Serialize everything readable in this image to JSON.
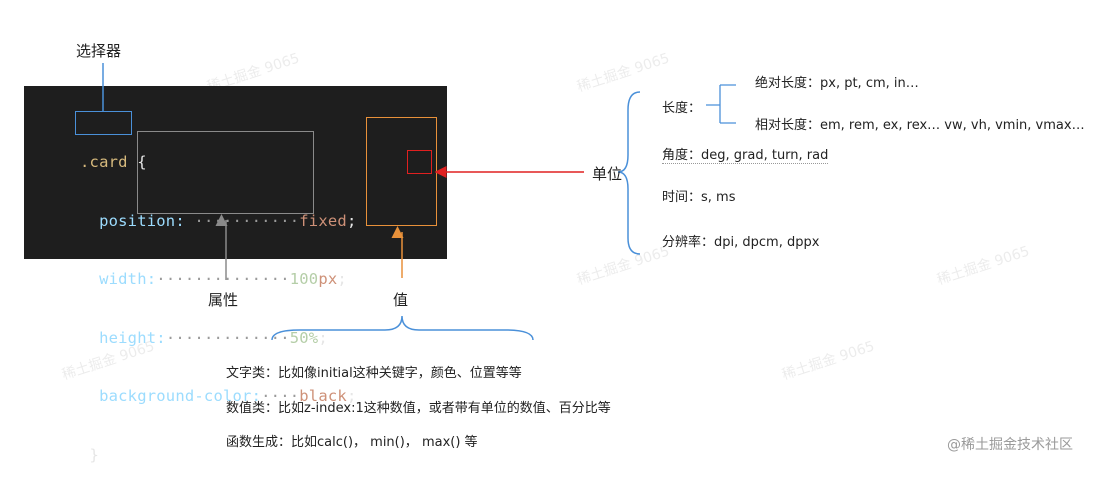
{
  "labels": {
    "selector": "选择器",
    "property": "属性",
    "value": "值",
    "unit": "单位"
  },
  "code": {
    "selector": ".card",
    "open_brace": "{",
    "close_brace": "}",
    "lines": [
      {
        "prop": "position:",
        "dots": " ···········",
        "value": "fixed",
        "semi": ";"
      },
      {
        "prop": "width:",
        "dots": "··············",
        "value": "100",
        "unit": "px",
        "semi": ";"
      },
      {
        "prop": "height:",
        "dots": "·············",
        "value": "50%",
        "semi": ";"
      },
      {
        "prop": "background-color:",
        "dots": "····",
        "value": "black",
        "semi": ";"
      }
    ]
  },
  "units": {
    "length_label": "长度：",
    "absolute_length": "绝对长度：px, pt, cm, in…",
    "relative_length": "相对长度：em, rem, ex, rex…  vw, vh, vmin, vmax…",
    "angle": "角度：deg, grad, turn, rad",
    "time": "时间：s, ms",
    "resolution": "分辨率：dpi, dpcm, dppx"
  },
  "value_types": {
    "text": "文字类：比如像initial这种关键字，颜色、位置等等",
    "number": "数值类：比如z-index:1这种数值，或者带有单位的数值、百分比等",
    "function": "函数生成：比如calc()， min()， max() 等"
  },
  "footer": "@稀土掘金技术社区",
  "colors": {
    "blue": "#4a90d9",
    "gray": "#8a8a8a",
    "orange": "#e8913a",
    "red": "#e02020",
    "code_bg": "#1e1e1e"
  }
}
